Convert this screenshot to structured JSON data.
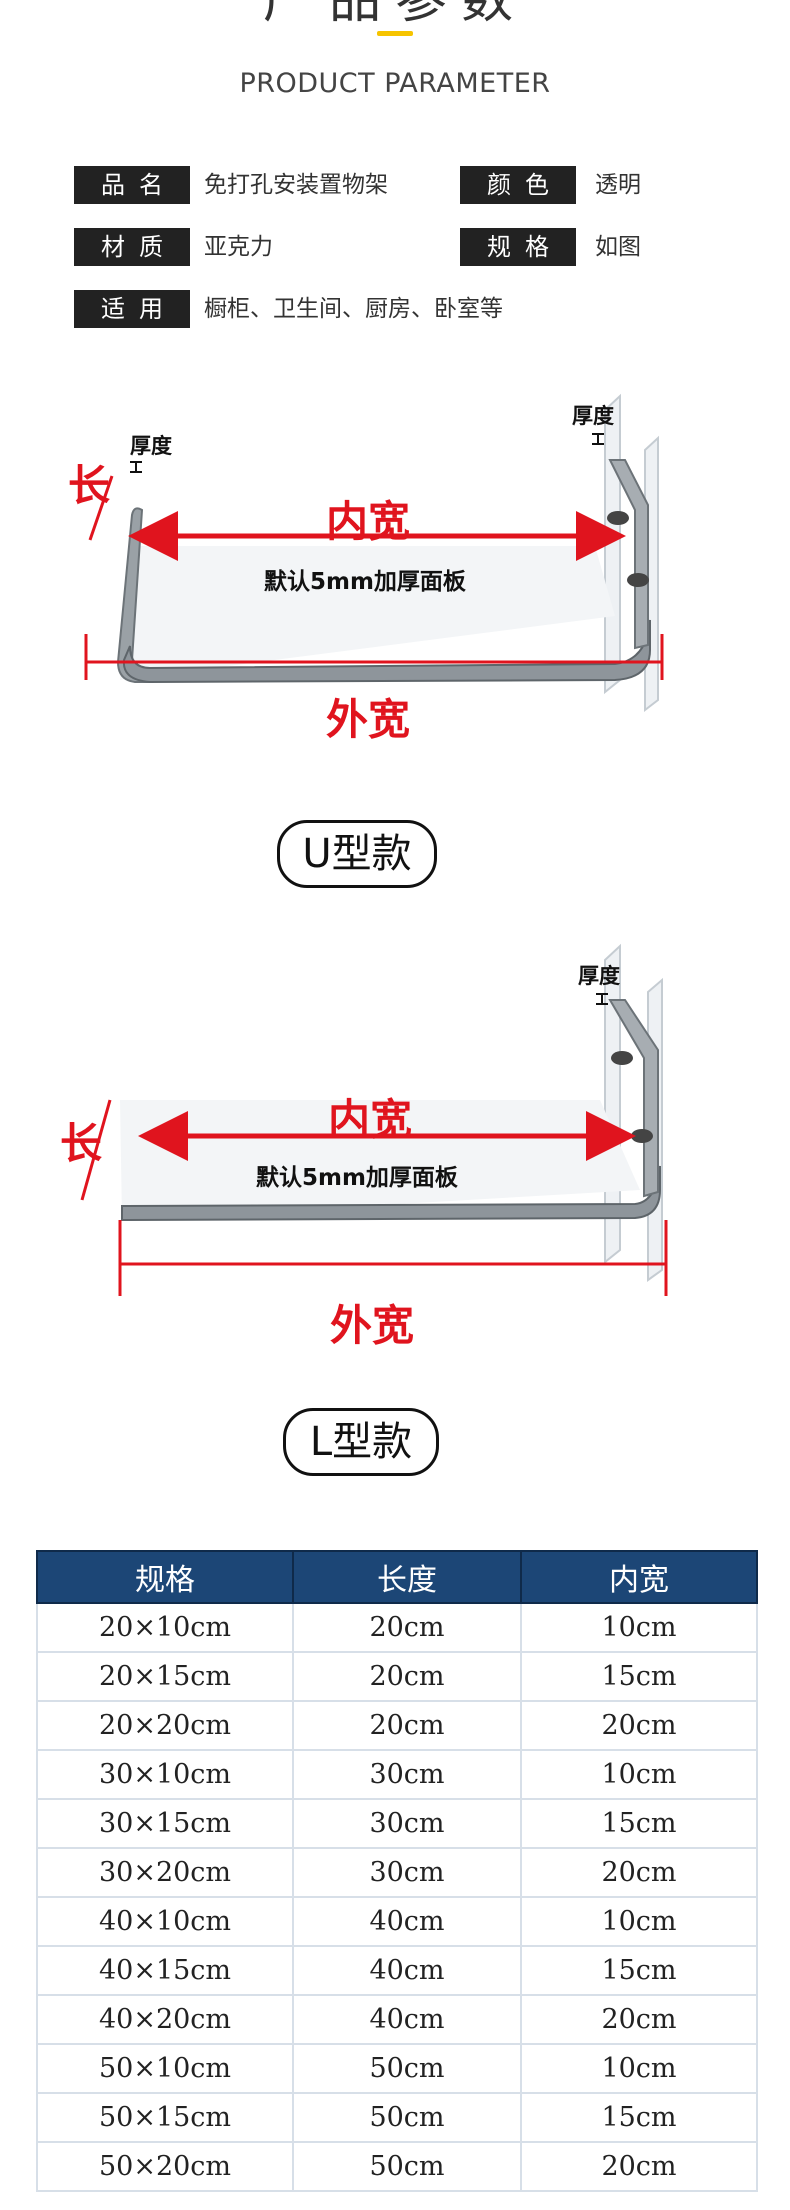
{
  "header": {
    "title": "产品参数",
    "subtitle": "PRODUCT PARAMETER",
    "accent_color": "#f6c400"
  },
  "params": [
    {
      "label": "品名",
      "value": "免打孔安装置物架"
    },
    {
      "label": "颜色",
      "value": "透明"
    },
    {
      "label": "材质",
      "value": "亚克力"
    },
    {
      "label": "规格",
      "value": "如图"
    },
    {
      "label": "适用",
      "value": "橱柜、卫生间、厨房、卧室等"
    }
  ],
  "diagrams": {
    "u": {
      "length": "长",
      "thickness_left": "厚度",
      "thickness_right": "厚度",
      "inner_width": "内宽",
      "panel_note": "默认5mm加厚面板",
      "outer_width": "外宽",
      "type_label": "U型款"
    },
    "l": {
      "length": "长",
      "thickness": "厚度",
      "inner_width": "内宽",
      "panel_note": "默认5mm加厚面板",
      "outer_width": "外宽",
      "type_label": "L型款"
    }
  },
  "colors": {
    "dimension_red": "#e0141e",
    "table_header": "#1c4676",
    "label_bg": "#222222"
  },
  "table": {
    "headers": [
      "规格",
      "长度",
      "内宽"
    ],
    "rows": [
      [
        "20×10cm",
        "20cm",
        "10cm"
      ],
      [
        "20×15cm",
        "20cm",
        "15cm"
      ],
      [
        "20×20cm",
        "20cm",
        "20cm"
      ],
      [
        "30×10cm",
        "30cm",
        "10cm"
      ],
      [
        "30×15cm",
        "30cm",
        "15cm"
      ],
      [
        "30×20cm",
        "30cm",
        "20cm"
      ],
      [
        "40×10cm",
        "40cm",
        "10cm"
      ],
      [
        "40×15cm",
        "40cm",
        "15cm"
      ],
      [
        "40×20cm",
        "40cm",
        "20cm"
      ],
      [
        "50×10cm",
        "50cm",
        "10cm"
      ],
      [
        "50×15cm",
        "50cm",
        "15cm"
      ],
      [
        "50×20cm",
        "50cm",
        "20cm"
      ]
    ]
  }
}
